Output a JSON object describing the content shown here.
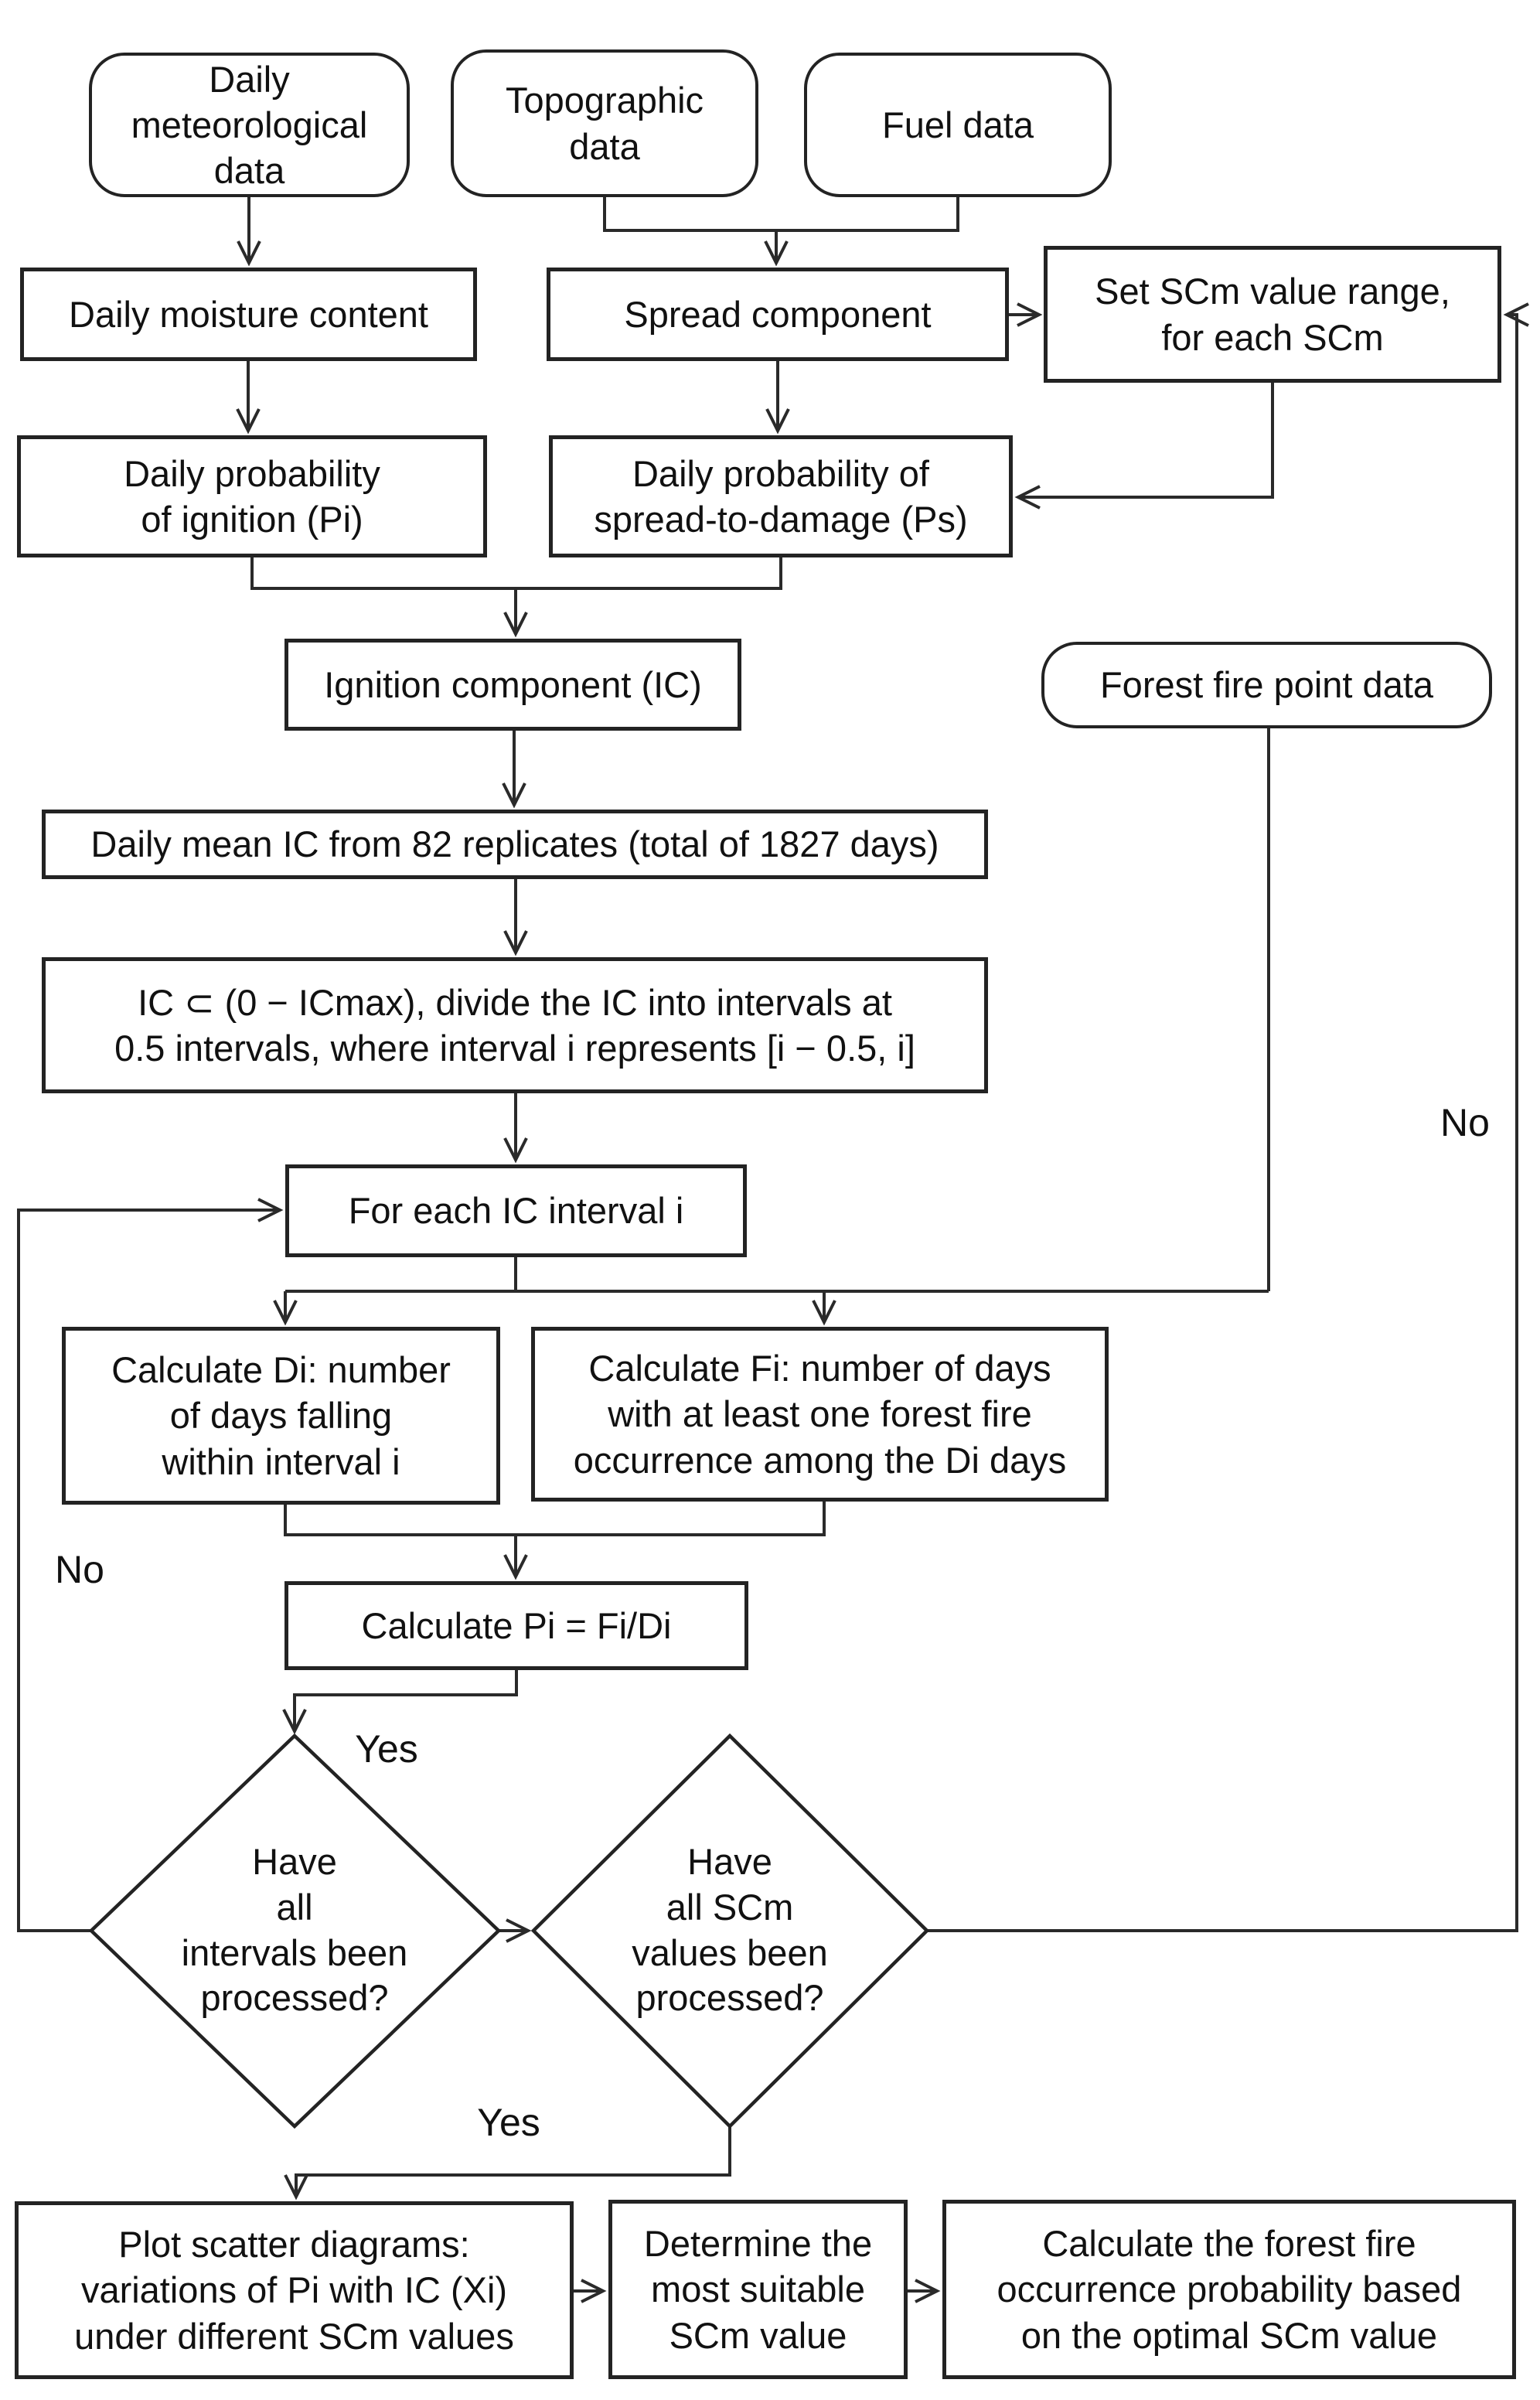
{
  "nodes": {
    "daily_met": {
      "label": "Daily meteorological data",
      "lines": [
        "Daily",
        "meteorological",
        "data"
      ]
    },
    "topographic": {
      "label": "Topographic data",
      "lines": [
        "Topographic",
        "data"
      ]
    },
    "fuel": {
      "label": "Fuel data",
      "lines": [
        "Fuel data"
      ]
    },
    "daily_moisture": {
      "label": "Daily moisture content",
      "lines": [
        "Daily moisture content"
      ]
    },
    "spread_component": {
      "label": "Spread component",
      "lines": [
        "Spread component"
      ]
    },
    "set_scm": {
      "label": "Set SCm value range, for each SCm",
      "lines": [
        "Set SCm value range,",
        "for each SCm"
      ]
    },
    "prob_ignition": {
      "label": "Daily probability of ignition (Pi)",
      "lines": [
        "Daily probability",
        "of ignition (Pi)"
      ]
    },
    "prob_spread": {
      "label": "Daily probability of spread-to-damage (Ps)",
      "lines": [
        "Daily probability of",
        "spread-to-damage (Ps)"
      ]
    },
    "ignition_component": {
      "label": "Ignition component (IC)",
      "lines": [
        "Ignition component (IC)"
      ]
    },
    "fire_point_data": {
      "label": "Forest fire point data",
      "lines": [
        "Forest fire point data"
      ]
    },
    "daily_mean_ic": {
      "label": "Daily mean IC from 82 replicates (total of 1827 days)",
      "lines": [
        "Daily mean IC from 82 replicates (total of 1827 days)"
      ]
    },
    "ic_intervals": {
      "label": "IC subset division into 0.5 intervals",
      "lines": [
        "IC ⊂ (0 − ICmax), divide the IC into intervals at",
        "0.5 intervals, where interval i represents [i − 0.5, i]"
      ]
    },
    "for_each_interval": {
      "label": "For each IC interval i",
      "lines": [
        "For each IC interval i"
      ]
    },
    "calc_di": {
      "label": "Calculate Di",
      "lines": [
        "Calculate Di: number",
        "of days falling",
        "within interval i"
      ]
    },
    "calc_fi": {
      "label": "Calculate Fi",
      "lines": [
        "Calculate Fi: number of days",
        "with at least one forest fire",
        "occurrence among the Di days"
      ]
    },
    "calc_pi": {
      "label": "Calculate Pi = Fi/Di",
      "lines": [
        "Calculate Pi = Fi/Di"
      ]
    },
    "diamond_intervals": {
      "label": "Have all intervals been processed?",
      "lines": [
        "Have",
        "all",
        "intervals been",
        "processed?"
      ]
    },
    "diamond_scm": {
      "label": "Have all SCm values been processed?",
      "lines": [
        "Have",
        "all SCm",
        "values been",
        "processed?"
      ]
    },
    "plot_scatter": {
      "label": "Plot scatter diagrams",
      "lines": [
        "Plot scatter diagrams:",
        "variations of Pi with IC (Xi)",
        "under different SCm values"
      ]
    },
    "determine_scm": {
      "label": "Determine the most suitable SCm value",
      "lines": [
        "Determine the",
        "most suitable",
        "SCm value"
      ]
    },
    "calc_occurrence": {
      "label": "Calculate the forest fire occurrence probability",
      "lines": [
        "Calculate the forest fire",
        "occurrence probability based",
        "on the optimal SCm value"
      ]
    }
  },
  "edge_labels": {
    "yes_top": "Yes",
    "yes_bottom": "Yes",
    "no_left": "No",
    "no_right": "No"
  },
  "colors": {
    "line": "#2a2a2a",
    "box_border": "#232323",
    "box_fill": "#ffffff",
    "text": "#111111",
    "background": "#ffffff"
  }
}
